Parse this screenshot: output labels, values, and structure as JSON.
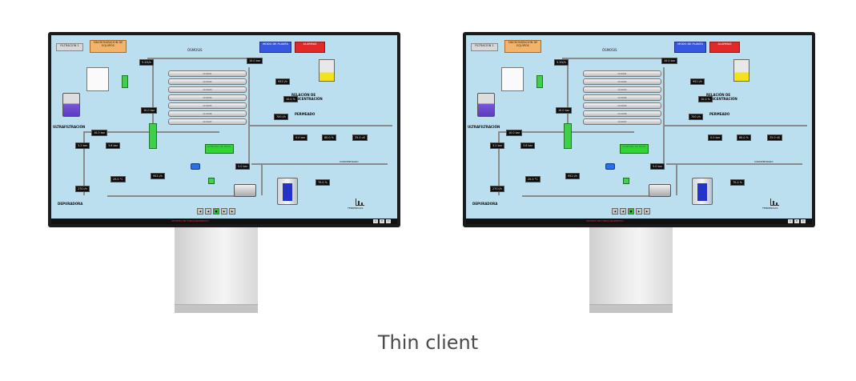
{
  "caption": "Thin client",
  "hmi": {
    "tab_main": "FILTRACIÓN 1",
    "tab_sync": "SINCRONIZACIÓN DE EQUIPOS",
    "tab_modo": "MODO DE PLANTA",
    "tab_alarm": "ALARMAS",
    "title": "ÓSMOSIS",
    "label_permeado": "PERMEADO",
    "label_relacion": "RELACIÓN DE CONCENTRACIÓN",
    "label_ultrafiltracion": "ULTRAFILTRACIÓN",
    "label_concentrado": "CONCENTRADO",
    "label_depuradora": "DEPURADORA",
    "label_tendencias": "TENDENCIAS",
    "green_button": "CONTROL DE NIVEL",
    "membrane_labels": [
      "OI 0001",
      "OI 0002",
      "OI 0003",
      "OI 0004",
      "OI 0005",
      "OI 0006",
      "OI 0007"
    ],
    "values": {
      "flow_top": "5.20l/h",
      "pressure_top": "10.0 bar",
      "perm_flow": "952 l/h",
      "ratio": "10.0 %",
      "conc_flow": "700 l/h",
      "mid_left": "10.0 bar",
      "uf_pressure": "10.0 bar",
      "uf_p1": "3.2 bar",
      "uf_p2": "3.8 bar",
      "pump_flow": "952 l/h",
      "temp": "25.0 °C",
      "perm_p": "0.0 bar",
      "perm_pct": "80.0 %",
      "perm_cond": "25.0 uS",
      "conc_p": "5.0 bar",
      "tank_level": "70.0 %",
      "dep_flow": "270 l/h"
    },
    "status_text": "SISTEMA EN FUNCIONAMIENTO",
    "status_btns": [
      "A",
      "B",
      "C"
    ],
    "nav_btns": [
      "◀",
      "◀",
      "■",
      "▶",
      "▶"
    ]
  },
  "colors": {
    "screen_bg": "#bcdff0",
    "alarm": "#e02a2a",
    "modo": "#3857e0",
    "accent_green": "#35d335",
    "caption": "#4a4a4a"
  }
}
